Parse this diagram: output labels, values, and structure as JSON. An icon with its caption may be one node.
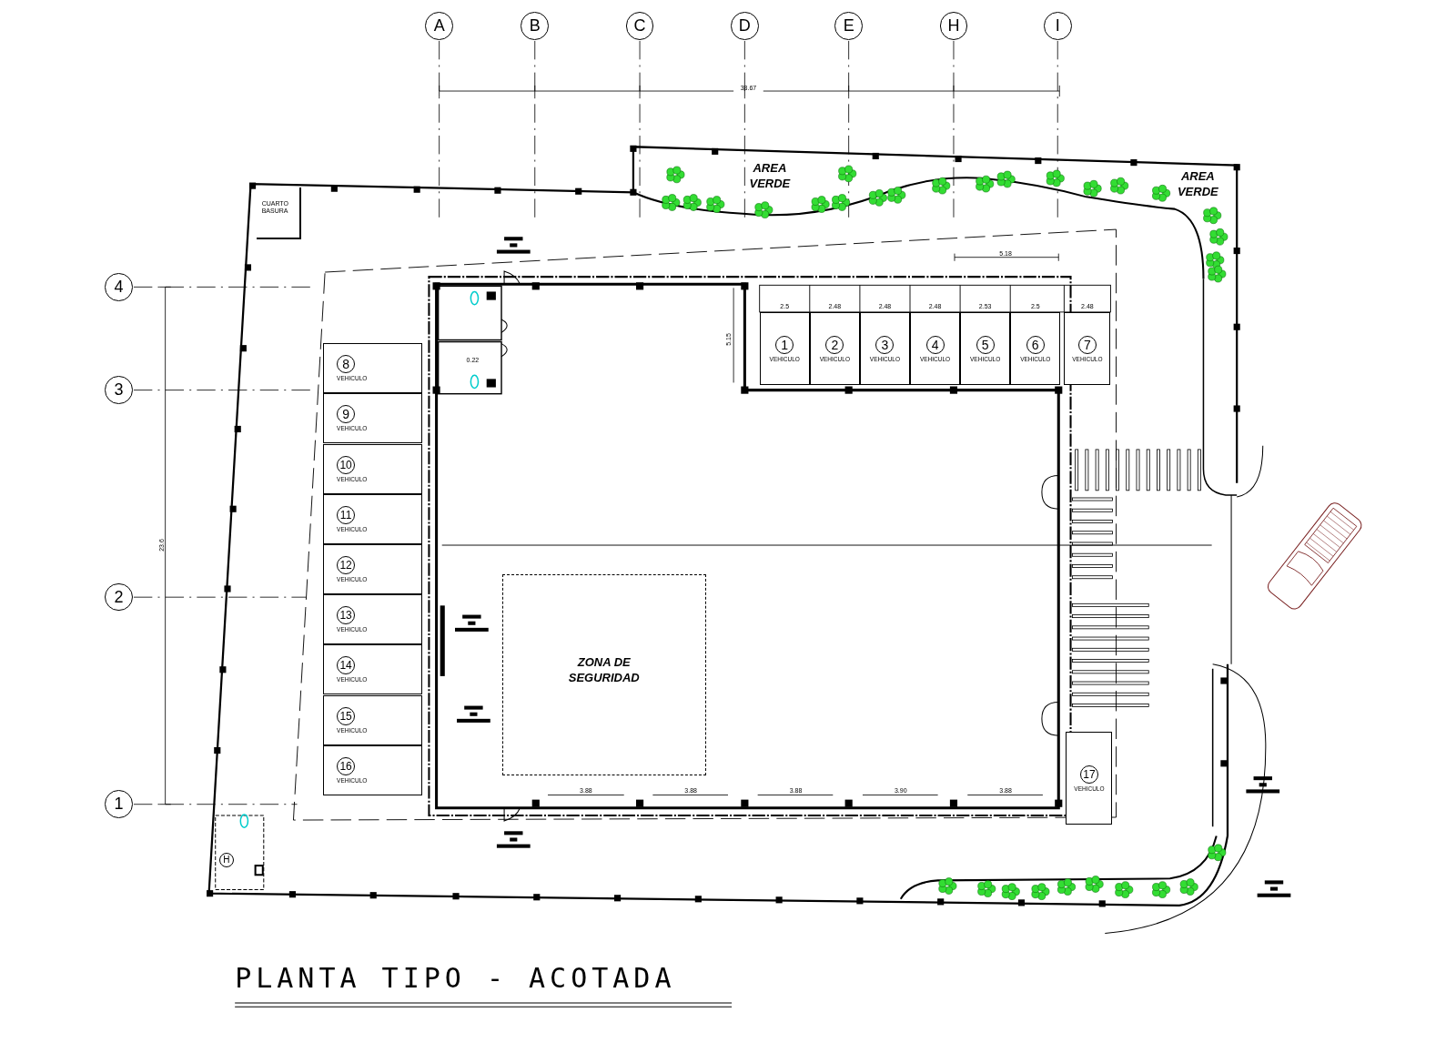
{
  "diagram": {
    "title": "PLANTA TIPO - ACOTADA",
    "nodes": [
      {
        "text": [
          "A"
        ]
      },
      {
        "text": [
          "B"
        ]
      },
      {
        "text": [
          "C"
        ]
      },
      {
        "text": [
          "D"
        ]
      },
      {
        "text": [
          "E"
        ]
      },
      {
        "text": [
          "H"
        ]
      },
      {
        "text": [
          "I"
        ]
      },
      {
        "text": [
          "4"
        ]
      },
      {
        "text": [
          "3"
        ]
      },
      {
        "text": [
          "2"
        ]
      },
      {
        "text": [
          "1"
        ]
      },
      {
        "text": [
          "CUARTO BASURA"
        ]
      },
      {
        "text": [
          "1",
          "VEHICULO"
        ],
        "beside": [
          "2.5"
        ]
      },
      {
        "text": [
          "2",
          "VEHICULO"
        ],
        "beside": [
          "2.48"
        ]
      },
      {
        "text": [
          "3",
          "VEHICULO"
        ],
        "beside": [
          "2.48"
        ]
      },
      {
        "text": [
          "4",
          "VEHICULO"
        ],
        "beside": [
          "2.48"
        ]
      },
      {
        "text": [
          "5",
          "VEHICULO"
        ],
        "beside": [
          "2.53"
        ]
      },
      {
        "text": [
          "6",
          "VEHICULO"
        ],
        "beside": [
          "2.5"
        ]
      },
      {
        "text": [
          "7",
          "VEHICULO"
        ],
        "beside": [
          "2.48"
        ]
      },
      {
        "text": [
          "8",
          "VEHICULO"
        ]
      },
      {
        "text": [
          "9",
          "VEHICULO"
        ]
      },
      {
        "text": [
          "10",
          "VEHICULO"
        ]
      },
      {
        "text": [
          "11",
          "VEHICULO"
        ]
      },
      {
        "text": [
          "12",
          "VEHICULO"
        ]
      },
      {
        "text": [
          "13",
          "VEHICULO"
        ]
      },
      {
        "text": [
          "14",
          "VEHICULO"
        ]
      },
      {
        "text": [
          "15",
          "VEHICULO"
        ]
      },
      {
        "text": [
          "16",
          "VEHICULO"
        ]
      },
      {
        "text": [
          "ZONA DE SEGURIDAD"
        ]
      },
      {
        "text": [
          "17",
          "VEHICULO"
        ]
      },
      {
        "text": [
          "H"
        ]
      }
    ],
    "labels": [
      "33.67",
      "AREA VERDE",
      "AREA VERDE",
      "5.18",
      "5.15",
      "0.22",
      "23.6",
      "3.88",
      "3.88",
      "3.88",
      "3.90",
      "3.88"
    ]
  }
}
